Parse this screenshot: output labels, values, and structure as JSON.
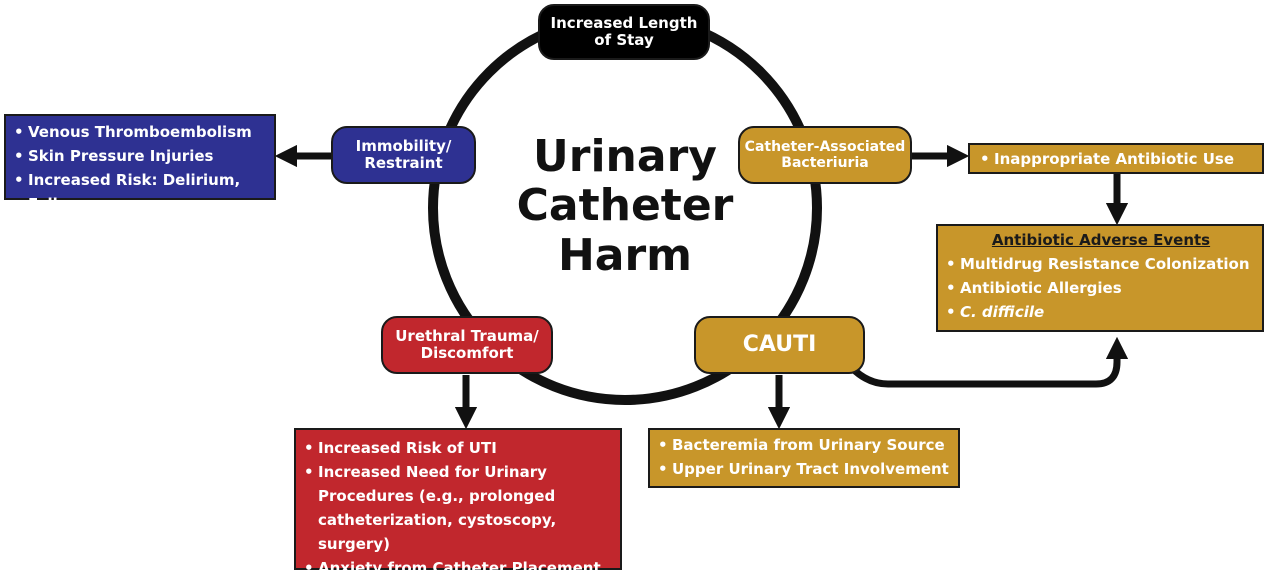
{
  "center": {
    "line1": "Urinary",
    "line2": "Catheter",
    "line3": "Harm"
  },
  "nodes": {
    "length_of_stay": {
      "line1": "Increased Length",
      "line2": "of Stay"
    },
    "immobility": {
      "line1": "Immobility/",
      "line2": "Restraint"
    },
    "bacteriuria": {
      "line1": "Catheter-Associated",
      "line2": "Bacteriuria"
    },
    "urethral": {
      "line1": "Urethral Trauma/",
      "line2": "Discomfort"
    },
    "cauti": {
      "label": "CAUTI"
    }
  },
  "boxes": {
    "immobility_effects": {
      "items": [
        "Venous Thromboembolism",
        "Skin Pressure Injuries",
        "Increased Risk: Delirium, Falls"
      ]
    },
    "antibiotic_use": {
      "items": [
        "Inappropriate Antibiotic Use"
      ]
    },
    "antibiotic_adverse": {
      "title": "Antibiotic Adverse Events",
      "items": [
        "Multidrug Resistance Colonization",
        "Antibiotic Allergies",
        "C. difficile"
      ]
    },
    "urethral_effects": {
      "items": [
        "Increased Risk of UTI",
        "Increased Need for Urinary Procedures (e.g., prolonged catheterization, cystoscopy, surgery)",
        "Anxiety from Catheter Placement"
      ]
    },
    "cauti_effects": {
      "items": [
        "Bacteremia from Urinary Source",
        "Upper Urinary Tract Involvement"
      ]
    }
  },
  "colors": {
    "navy": "#2e3192",
    "gold": "#c8962a",
    "red": "#c1272d",
    "black": "#000000",
    "ring": "#111111"
  }
}
